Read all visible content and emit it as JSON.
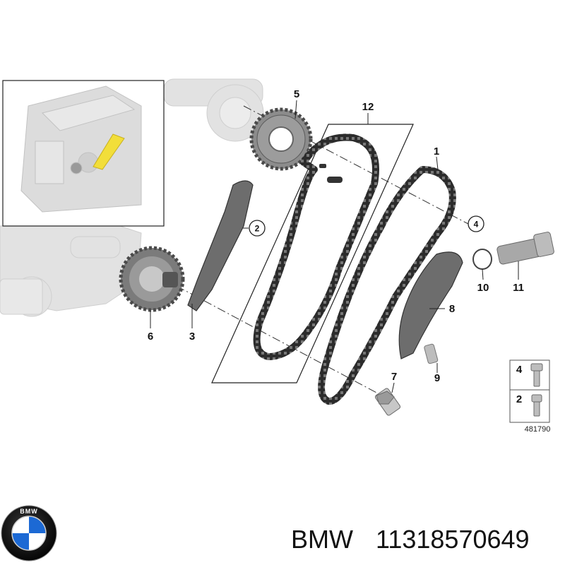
{
  "callouts": {
    "c1": "1",
    "c2": "2",
    "c3": "3",
    "c4": "4",
    "c5": "5",
    "c6": "6",
    "c7": "7",
    "c8": "8",
    "c9": "9",
    "c10": "10",
    "c11": "11",
    "c12": "12"
  },
  "legend": {
    "row1": "4",
    "row2": "2",
    "ref": "481790"
  },
  "footer": {
    "brand": "BMW",
    "part_number": "11318570649",
    "logo_text": "BMW"
  },
  "colors": {
    "chain": "#2c2c2c",
    "part_dark": "#555555",
    "part_mid": "#888888",
    "ghost": "#dedede",
    "highlight": "#f2de3a"
  }
}
